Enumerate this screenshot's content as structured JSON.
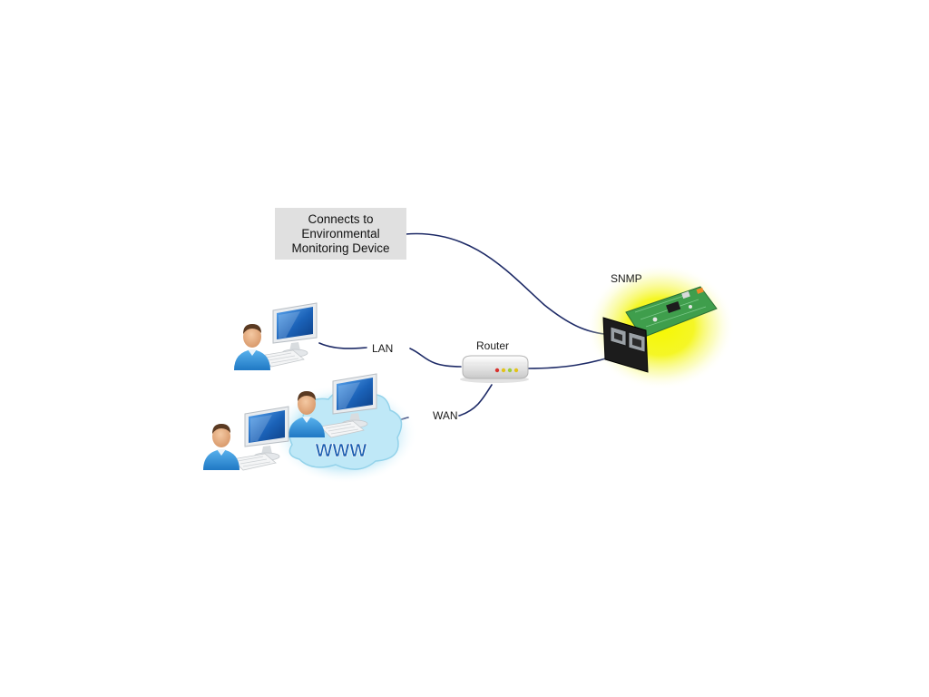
{
  "environment_box": {
    "lines": [
      "Connects to",
      "Environmental",
      "Monitoring Device"
    ]
  },
  "labels": {
    "snmp": "SNMP",
    "router": "Router",
    "lan": "LAN",
    "wan": "WAN",
    "www": "WWW"
  },
  "colors": {
    "cable": "#1d2a66",
    "box_fill": "#e0e0e0",
    "board_green": "#3f9e4c",
    "glow": "#f3f500",
    "cloud": "#bfe8f7",
    "monitor_screen": "#1b62b8",
    "person_shirt": "#2f8fd6"
  },
  "icons": [
    "person-icon",
    "monitor-icon",
    "keyboard-icon",
    "cloud-icon",
    "router-icon",
    "snmp-card-icon"
  ]
}
